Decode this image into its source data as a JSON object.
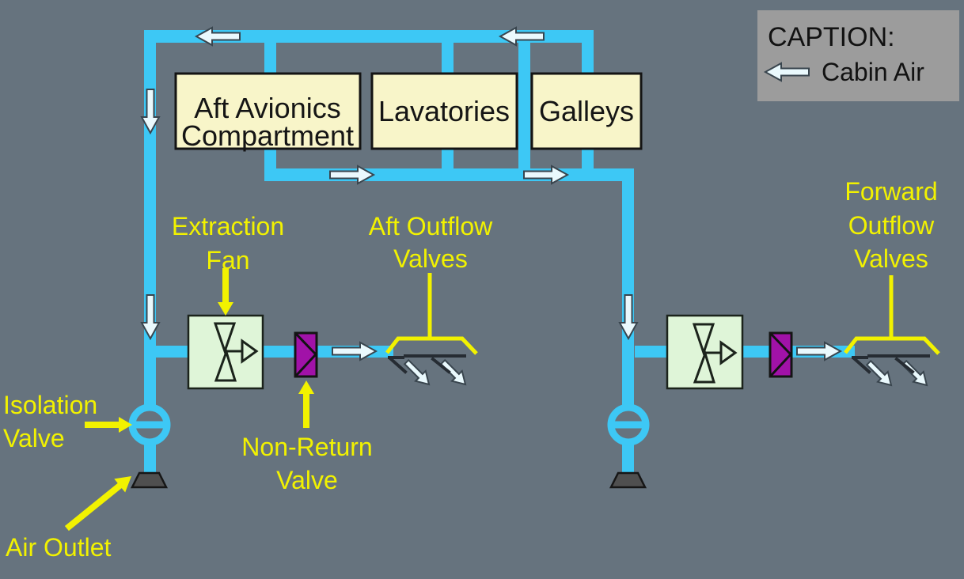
{
  "diagram": {
    "caption": {
      "heading": "CAPTION:",
      "legend_label": "Cabin Air"
    },
    "compartments": [
      {
        "line1": "Aft Avionics",
        "line2": "Compartment"
      },
      {
        "line1": "Lavatories"
      },
      {
        "line1": "Galleys"
      }
    ],
    "labels": {
      "extraction_fan": {
        "line1": "Extraction",
        "line2": "Fan"
      },
      "aft_outflow_valves": {
        "line1": "Aft Outflow",
        "line2": "Valves"
      },
      "forward_outflow_valves": {
        "line1": "Forward",
        "line2": "Outflow",
        "line3": "Valves"
      },
      "isolation_valve": {
        "line1": "Isolation",
        "line2": "Valve"
      },
      "non_return_valve": {
        "line1": "Non-Return",
        "line2": "Valve"
      },
      "air_outlet": {
        "line1": "Air Outlet"
      }
    },
    "colors": {
      "background": "#66737E",
      "pipe": "#3DC8F5",
      "flow_arrow_fill": "#EAF9FD",
      "label_yellow": "#F2F200",
      "compartment_fill": "#F8F5C9",
      "fan_box_fill": "#DFF5D8",
      "valve_purple": "#A112A8",
      "caption_bg": "#9C9C9C",
      "air_outlet_gray": "#4F4F4F",
      "louver_dark": "#262C33",
      "outline_black": "#141414"
    }
  }
}
